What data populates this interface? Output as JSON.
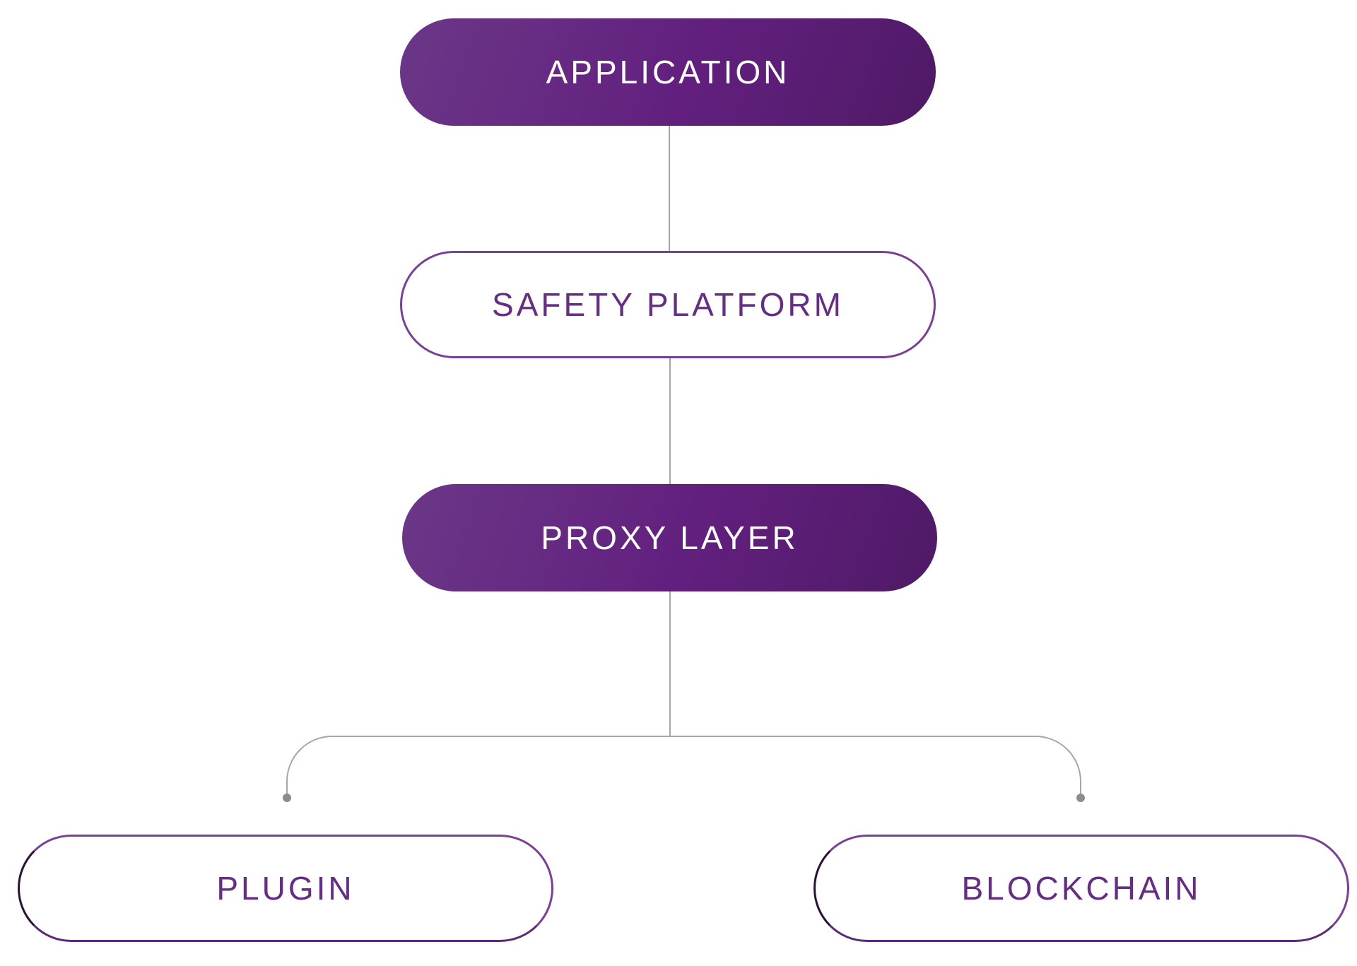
{
  "diagram": {
    "nodes": {
      "application": {
        "label": "APPLICATION"
      },
      "safety_platform": {
        "label": "SAFETY PLATFORM"
      },
      "proxy_layer": {
        "label": "PROXY LAYER"
      },
      "plugin": {
        "label": "PLUGIN"
      },
      "blockchain": {
        "label": "BLOCKCHAIN"
      }
    },
    "edges": [
      {
        "from": "application",
        "to": "safety_platform"
      },
      {
        "from": "safety_platform",
        "to": "proxy_layer"
      },
      {
        "from": "proxy_layer",
        "to": "plugin"
      },
      {
        "from": "proxy_layer",
        "to": "blockchain"
      }
    ],
    "colors": {
      "filled_start": "#6b3788",
      "filled_end": "#4f1a66",
      "outline": "#7a3f98",
      "text_purple": "#662d86",
      "connector": "#a6a6a6",
      "connector_dot": "#8c8c8c"
    }
  }
}
